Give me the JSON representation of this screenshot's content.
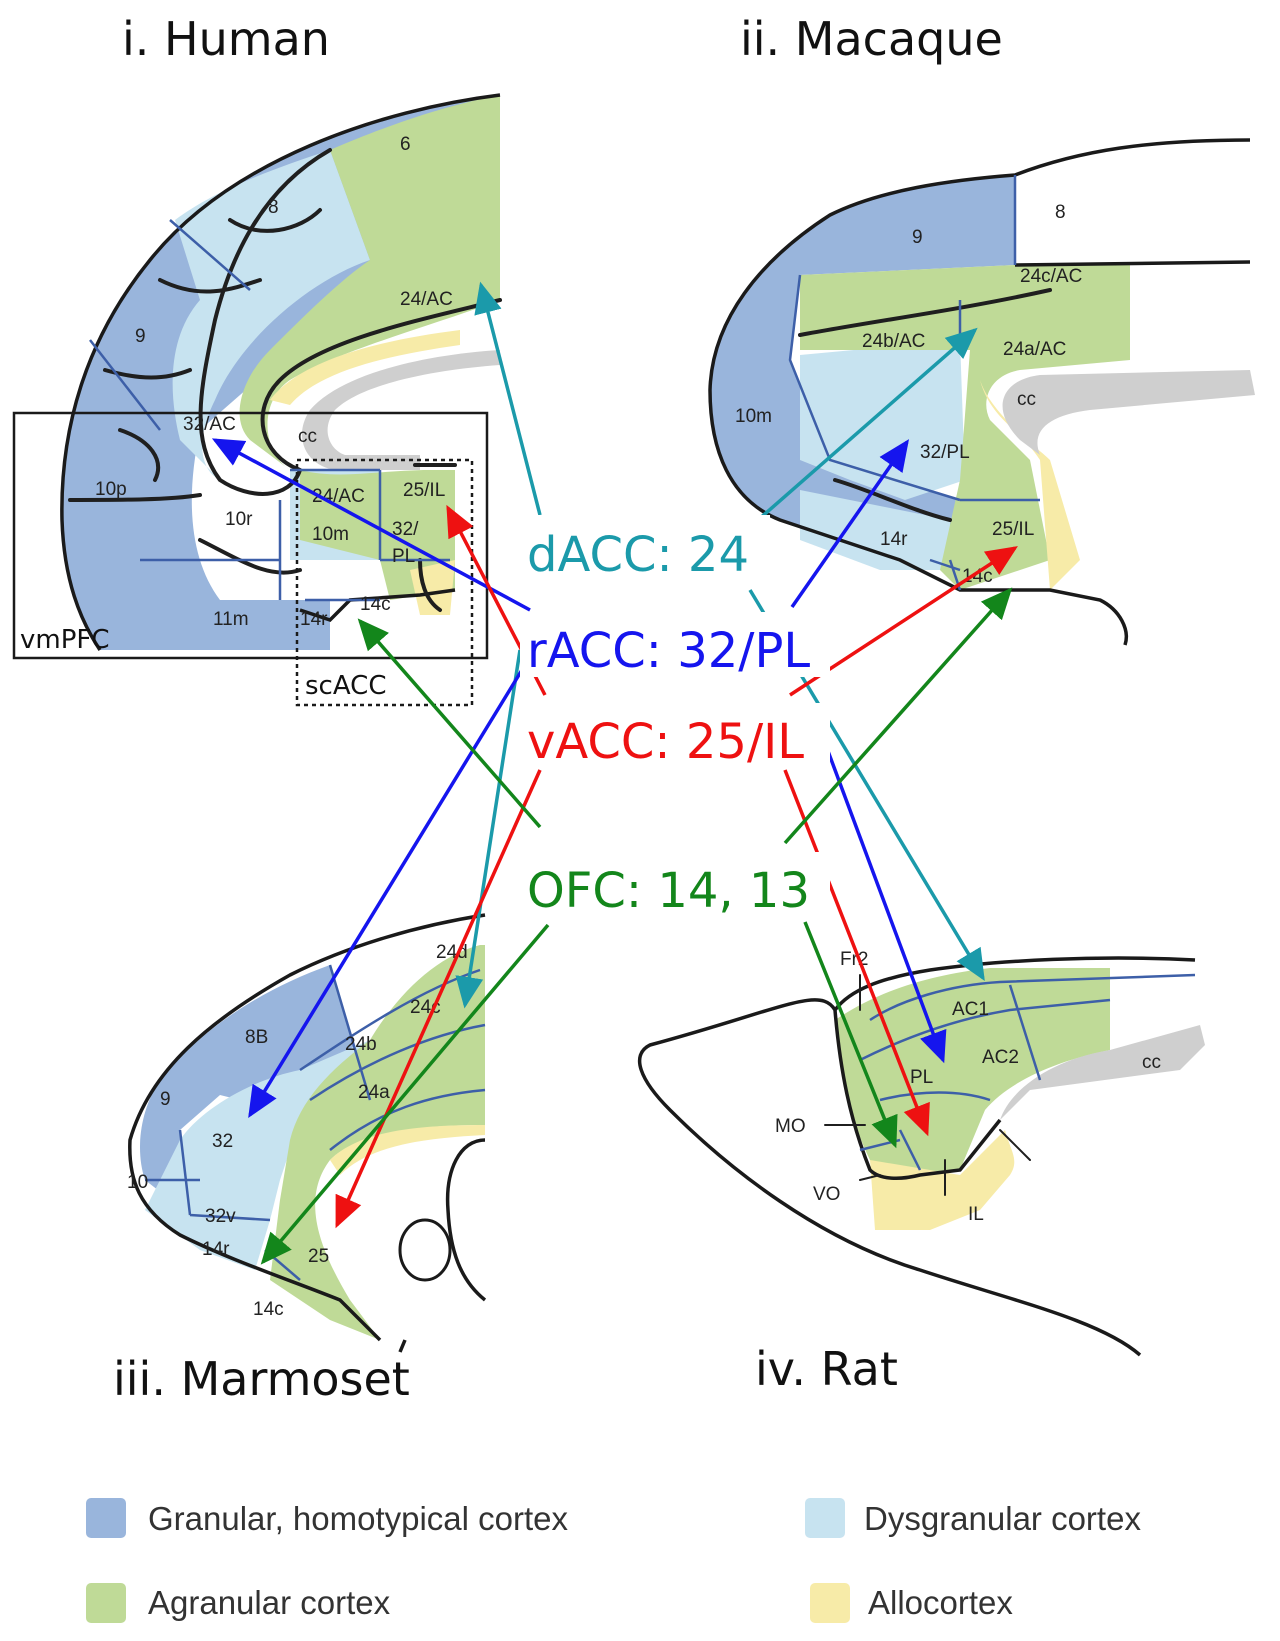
{
  "panels": {
    "human": {
      "title": "i. Human",
      "areas": [
        "6",
        "8",
        "9",
        "24/AC",
        "cc",
        "32/AC",
        "10p",
        "10r",
        "24/AC",
        "25/IL",
        "10m",
        "32/",
        "PL",
        "11m",
        "14r",
        "14c"
      ],
      "boxes": [
        "vmPFC",
        "scACC"
      ]
    },
    "macaque": {
      "title": "ii. Macaque",
      "areas": [
        "8",
        "9",
        "24c/AC",
        "24b/AC",
        "24a/AC",
        "cc",
        "10m",
        "32/PL",
        "25/IL",
        "14r",
        "14c"
      ]
    },
    "marmoset": {
      "title": "iii. Marmoset",
      "areas": [
        "24d",
        "8B",
        "24c",
        "24b",
        "9",
        "24a",
        "32",
        "10",
        "32v",
        "14r",
        "25",
        "14c"
      ]
    },
    "rat": {
      "title": "iv. Rat",
      "areas": [
        "Fr2",
        "AC1",
        "AC2",
        "cc",
        "PL",
        "MO",
        "VO",
        "IL"
      ]
    }
  },
  "regions": [
    {
      "label": "dACC: 24",
      "color": "#1b9aaa"
    },
    {
      "label": "rACC: 32/PL",
      "color": "#1515ee"
    },
    {
      "label": "vACC: 25/IL",
      "color": "#ee1111"
    },
    {
      "label": "OFC: 14, 13",
      "color": "#13861b"
    }
  ],
  "legend": [
    {
      "label": "Granular, homotypical cortex",
      "color": "#99b5dc"
    },
    {
      "label": "Dysgranular cortex",
      "color": "#c7e3f0"
    },
    {
      "label": "Agranular cortex",
      "color": "#bfda97"
    },
    {
      "label": "Allocortex",
      "color": "#f7eba8"
    }
  ]
}
